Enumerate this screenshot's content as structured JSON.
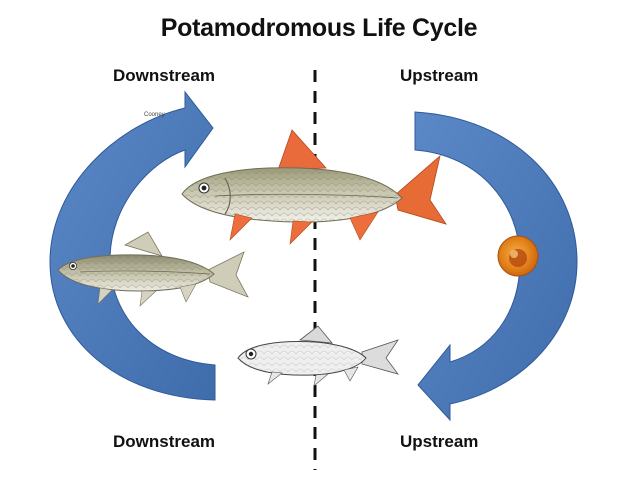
{
  "title": "Potamodromous Life Cycle",
  "labels": {
    "top_left": "Downstream",
    "top_right": "Upstream",
    "bottom_left": "Downstream",
    "bottom_right": "Upstream"
  },
  "credit": "Cooney",
  "colors": {
    "arrow": "#4a78b8",
    "arrow_edge": "#2f5a99",
    "fin": "#e96a3a",
    "egg": "#e88a1c",
    "divider": "#111111"
  }
}
